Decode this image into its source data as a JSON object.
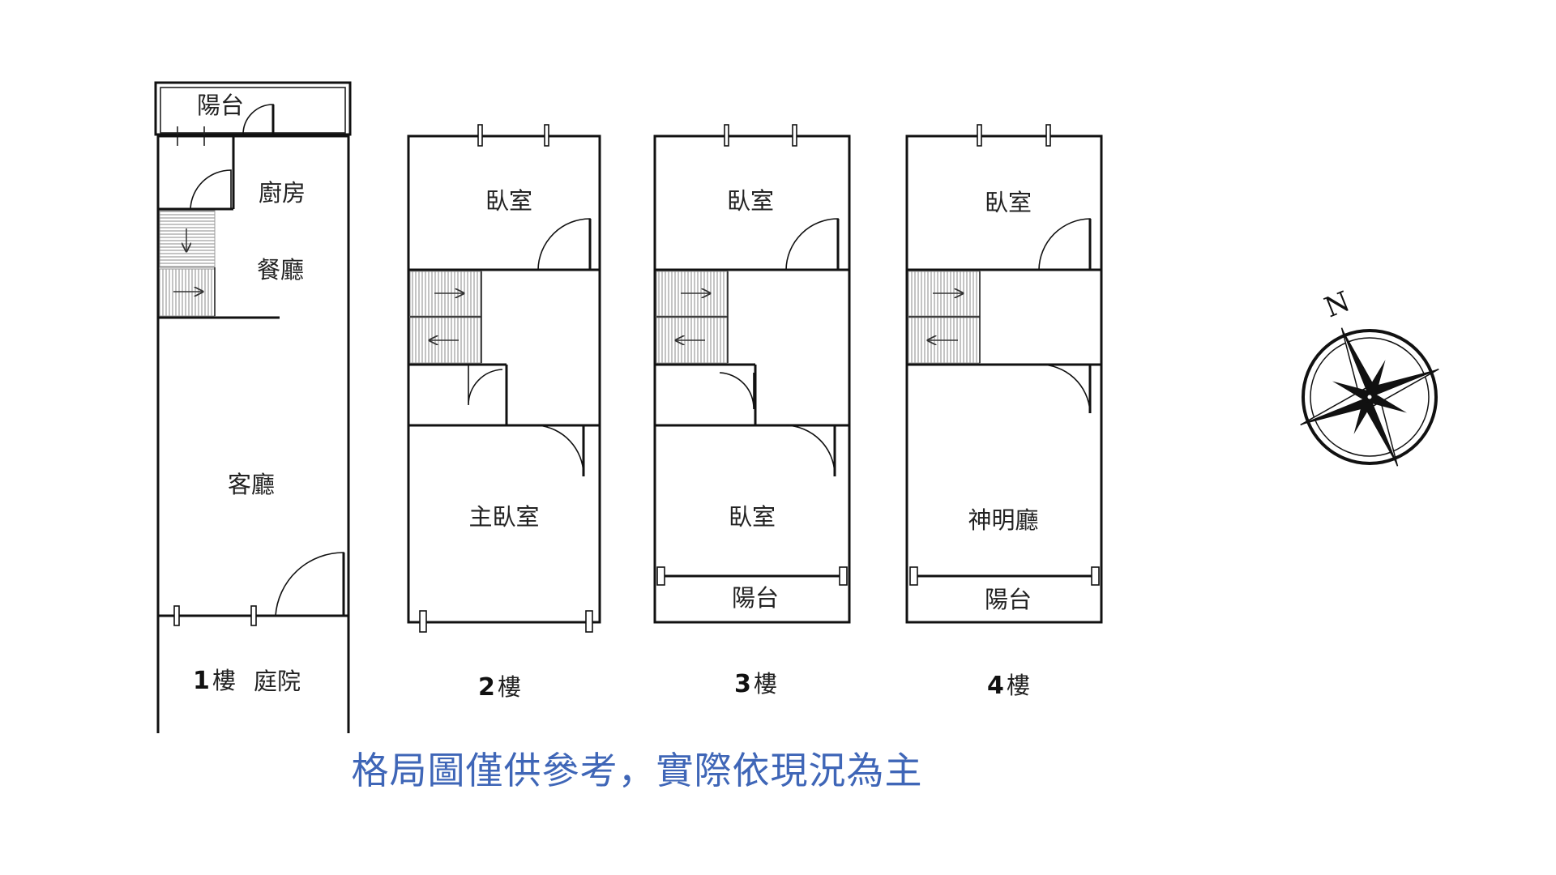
{
  "colors": {
    "wall": "#111111",
    "text": "#222222",
    "disclaimer": "#3f66b7",
    "background": "#ffffff"
  },
  "floors": [
    {
      "id": "floor-1",
      "number": "1",
      "suffix": "樓",
      "rooms": {
        "balcony": "陽台",
        "kitchen": "廚房",
        "dining": "餐廳",
        "living": "客廳",
        "courtyard": "庭院"
      }
    },
    {
      "id": "floor-2",
      "number": "2",
      "suffix": "樓",
      "rooms": {
        "bedroom_front": "臥室",
        "master_bedroom": "主臥室"
      }
    },
    {
      "id": "floor-3",
      "number": "3",
      "suffix": "樓",
      "rooms": {
        "bedroom_front": "臥室",
        "bedroom_back": "臥室",
        "balcony": "陽台"
      }
    },
    {
      "id": "floor-4",
      "number": "4",
      "suffix": "樓",
      "rooms": {
        "bedroom_front": "臥室",
        "shrine_hall": "神明廳",
        "balcony": "陽台"
      }
    }
  ],
  "compass": {
    "icon": "compass-rose-icon",
    "north_label": "N"
  },
  "disclaimer": "格局圖僅供參考，實際依現況為主"
}
